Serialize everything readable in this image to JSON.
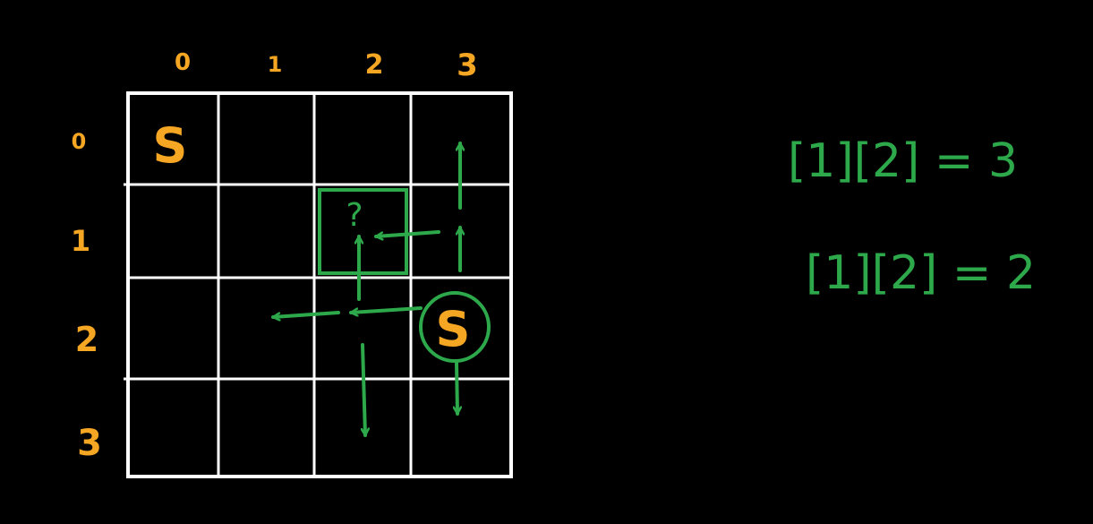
{
  "colors": {
    "background": "#000000",
    "grid": "#FFFFFF",
    "labels": "#F5A623",
    "annotation": "#2DA84A"
  },
  "grid": {
    "rows": 4,
    "cols": 4,
    "col_labels": [
      "0",
      "1",
      "2",
      "3"
    ],
    "row_labels": [
      "0",
      "1",
      "2",
      "3"
    ],
    "start_marks": [
      {
        "row": 0,
        "col": 0,
        "label": "S",
        "circled": false
      },
      {
        "row": 2,
        "col": 3,
        "label": "S",
        "circled": true
      }
    ],
    "query_cell": {
      "row": 1,
      "col": 2,
      "label": "?"
    }
  },
  "equations": [
    {
      "text": "[1][2] = 3"
    },
    {
      "text": "[1][2] = 2"
    }
  ]
}
